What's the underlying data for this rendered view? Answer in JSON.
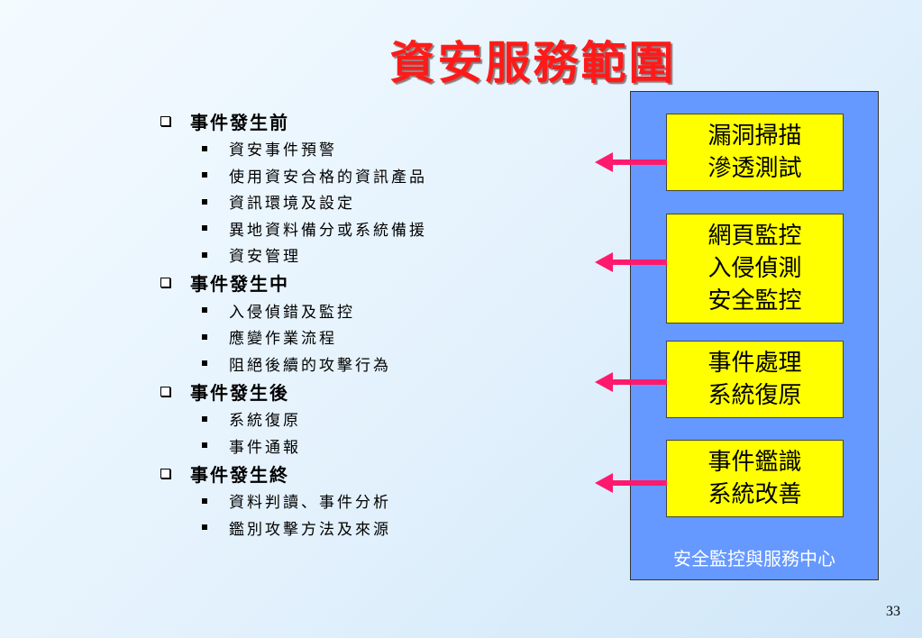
{
  "title": "資安服務範圍",
  "outline": [
    {
      "heading": "事件發生前",
      "items": [
        "資安事件預警",
        "使用資安合格的資訊產品",
        "資訊環境及設定",
        "異地資料備分或系統備援",
        "資安管理"
      ]
    },
    {
      "heading": "事件發生中",
      "items": [
        "入侵偵錯及監控",
        "應變作業流程",
        "阻絕後續的攻擊行為"
      ]
    },
    {
      "heading": "事件發生後",
      "items": [
        "系統復原",
        "事件通報"
      ]
    },
    {
      "heading": "事件發生終",
      "items": [
        "資料判讀、事件分析",
        "鑑別攻擊方法及來源"
      ]
    }
  ],
  "panel": {
    "caption": "安全監控與服務中心",
    "boxes": [
      [
        "漏洞掃描",
        "滲透測試"
      ],
      [
        "網頁監控",
        "入侵偵測",
        "安全監控"
      ],
      [
        "事件處理",
        "系統復原"
      ],
      [
        "事件鑑識",
        "系統改善"
      ]
    ]
  },
  "page_number": "33",
  "colors": {
    "title": "#ff1a1a",
    "panel": "#6699ff",
    "box": "#ffff00",
    "arrow": "#ff1a6e"
  },
  "icons": {
    "section_bullet": "hollow-square-icon",
    "item_bullet": "filled-square-icon",
    "arrow": "left-arrow-icon"
  }
}
